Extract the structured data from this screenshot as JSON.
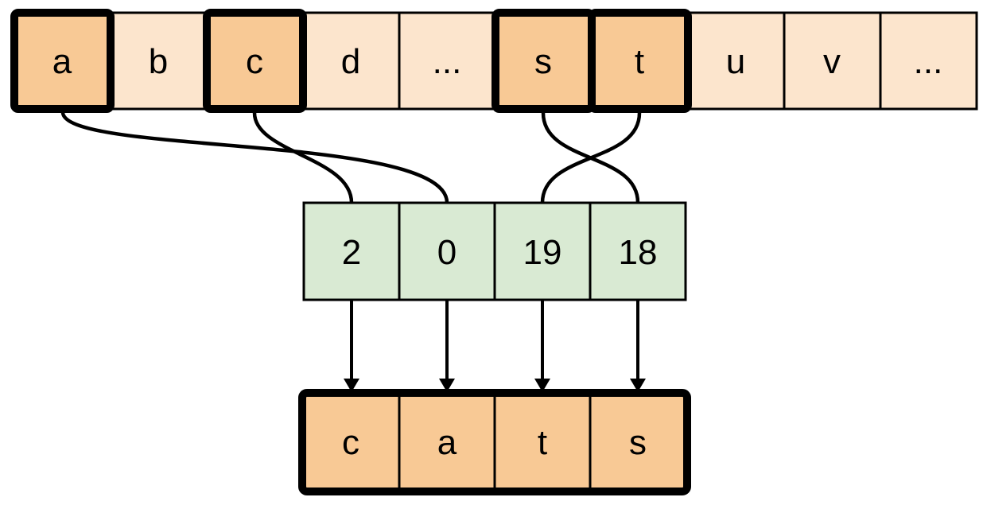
{
  "diagram": {
    "colors": {
      "cell_light": "#fce5cd",
      "cell_highlight": "#f8c995",
      "cell_index": "#d9ead3",
      "stroke": "#000000",
      "background": "#ffffff"
    },
    "alphabet_row": {
      "cells": [
        {
          "label": "a",
          "highlighted": true
        },
        {
          "label": "b",
          "highlighted": false
        },
        {
          "label": "c",
          "highlighted": true
        },
        {
          "label": "d",
          "highlighted": false
        },
        {
          "label": "...",
          "highlighted": false
        },
        {
          "label": "s",
          "highlighted": true
        },
        {
          "label": "t",
          "highlighted": true
        },
        {
          "label": "u",
          "highlighted": false
        },
        {
          "label": "v",
          "highlighted": false
        },
        {
          "label": "...",
          "highlighted": false
        }
      ]
    },
    "index_row": {
      "cells": [
        {
          "label": "2"
        },
        {
          "label": "0"
        },
        {
          "label": "19"
        },
        {
          "label": "18"
        }
      ]
    },
    "output_row": {
      "cells": [
        {
          "label": "c"
        },
        {
          "label": "a"
        },
        {
          "label": "t"
        },
        {
          "label": "s"
        }
      ]
    }
  }
}
